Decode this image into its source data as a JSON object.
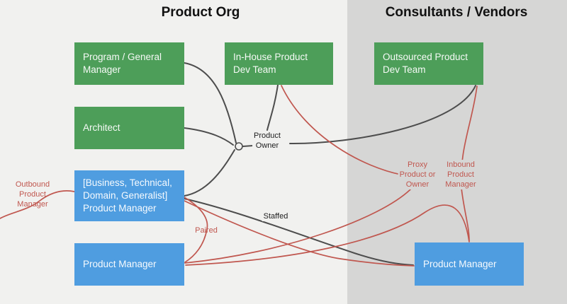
{
  "colors": {
    "panel_left_bg": "#f1f1ef",
    "panel_right_bg": "#d6d6d5",
    "green": "#4d9e59",
    "blue": "#4f9de0",
    "edge_dark": "#4d4d4d",
    "edge_red": "#c0574f"
  },
  "sections": {
    "left_title": "Product Org",
    "right_title": "Consultants / Vendors"
  },
  "nodes": {
    "program": {
      "label": "Program / General\nManager"
    },
    "architect": {
      "label": "Architect"
    },
    "inhouse": {
      "label": "In-House Product\nDev Team"
    },
    "outsourced": {
      "label": "Outsourced Product\nDev Team"
    },
    "btdg_pm": {
      "label": "[Business, Technical,\nDomain, Generalist]\nProduct Manager"
    },
    "pm_left": {
      "label": "Product Manager"
    },
    "pm_right": {
      "label": "Product Manager"
    }
  },
  "edge_labels": {
    "product_owner": "Product\nOwner",
    "staffed": "Staffed",
    "paired": "Paired",
    "outbound": "Outbound\nProduct\nManager",
    "proxy": "Proxy\nProduct or\nOwner",
    "inbound": "Inbound\nProduct\nManager"
  },
  "edges": [
    {
      "from": "program",
      "to": "product_owner_hub",
      "style": "dark"
    },
    {
      "from": "architect",
      "to": "product_owner_hub",
      "style": "dark"
    },
    {
      "from": "btdg_pm",
      "to": "product_owner_hub",
      "style": "dark"
    },
    {
      "from": "inhouse",
      "to": "product_owner_hub",
      "style": "dark"
    },
    {
      "from": "outsourced",
      "to": "product_owner_hub",
      "style": "dark"
    },
    {
      "from": "btdg_pm",
      "to": "pm_right",
      "style": "dark",
      "label": "Staffed"
    },
    {
      "from": "btdg_pm",
      "to": "offscreen-left",
      "style": "red",
      "label": "Outbound Product Manager"
    },
    {
      "from": "btdg_pm",
      "to": "pm_left",
      "style": "red",
      "label": "Paired"
    },
    {
      "from": "inhouse",
      "to": "pm_left",
      "style": "red",
      "label": "Proxy Product or Owner"
    },
    {
      "from": "outsourced",
      "to": "pm_right",
      "style": "red",
      "label": "Inbound Product Manager"
    },
    {
      "from": "pm_left",
      "to": "pm_right",
      "style": "red"
    },
    {
      "from": "btdg_pm",
      "to": "pm_right",
      "style": "red"
    }
  ]
}
